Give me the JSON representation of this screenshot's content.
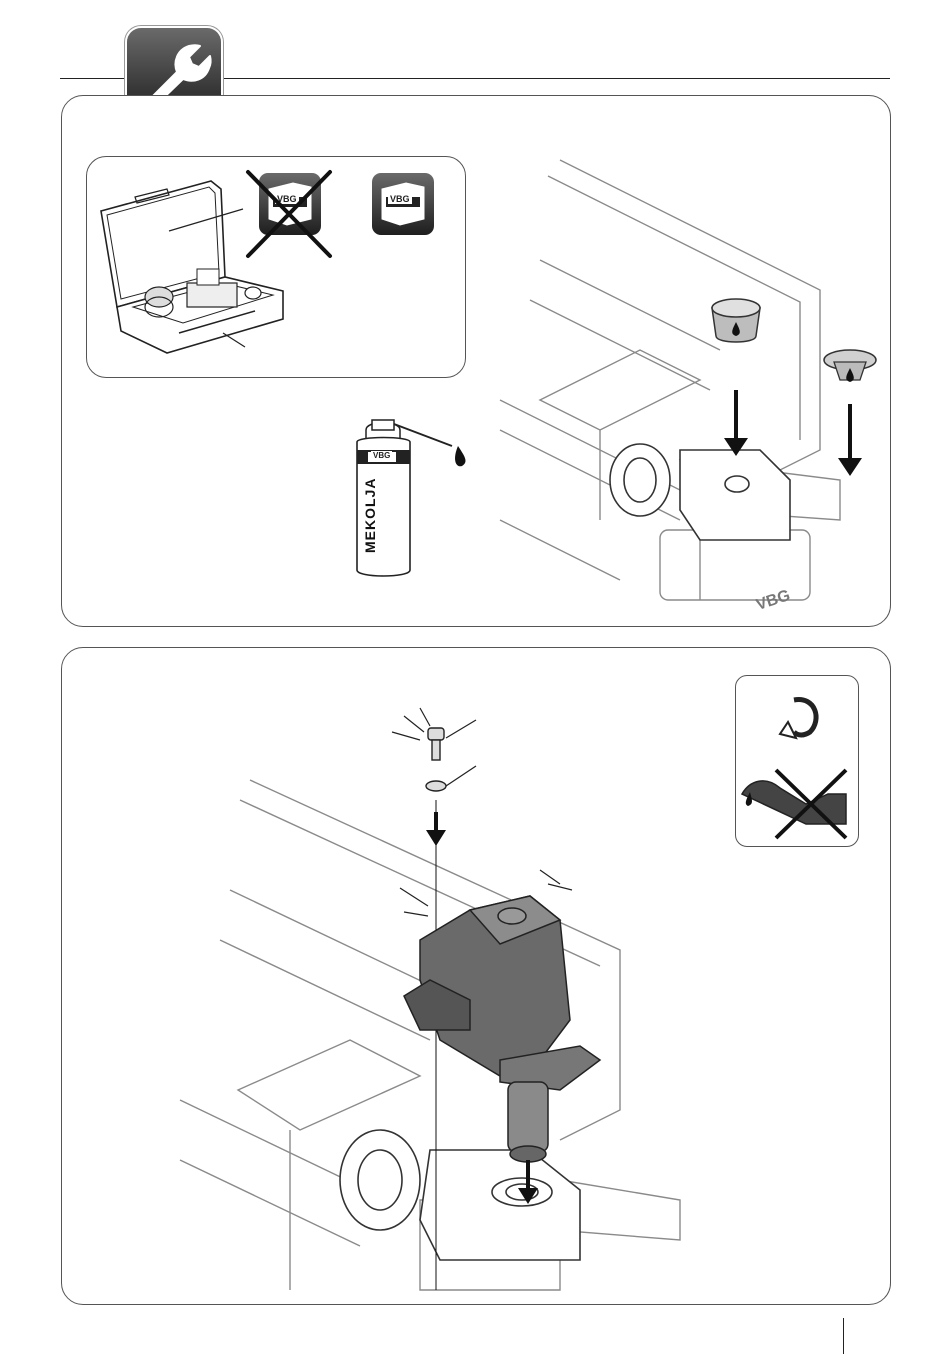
{
  "labels": {
    "brand_small": "VBG",
    "spray_product": "MEKOLJA",
    "coupling_brand": "VBG"
  },
  "icons": {
    "header": "wrench-icon",
    "manual_crossed": "manual-crossed-icon",
    "manual": "manual-icon",
    "oil_drop": "oil-drop-icon",
    "torque": "torque-arrow-icon",
    "no_oil": "no-oil-can-icon"
  },
  "colors": {
    "line": "#333333",
    "badge_dark": "#1c1c1c",
    "frame_grey": "#9a9a9a"
  }
}
